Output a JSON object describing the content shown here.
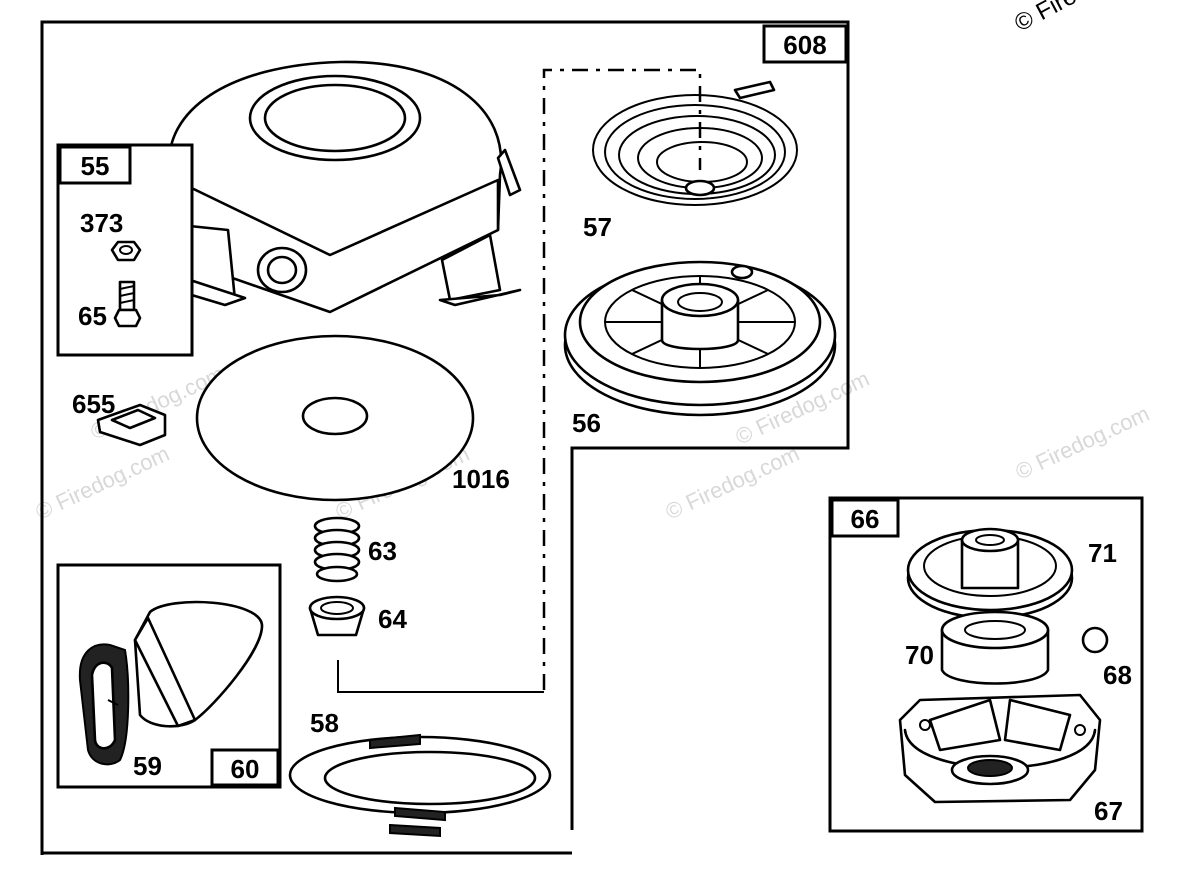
{
  "copyright": "© Firedog",
  "watermark": "© Firedog.com",
  "groups": {
    "g608": "608",
    "g55": "55",
    "g60": "60",
    "g66": "66"
  },
  "parts": {
    "p373": "373",
    "p65": "65",
    "p655": "655",
    "p1016": "1016",
    "p63": "63",
    "p64": "64",
    "p58": "58",
    "p59": "59",
    "p57": "57",
    "p56": "56",
    "p71": "71",
    "p70": "70",
    "p68": "68",
    "p67": "67"
  }
}
